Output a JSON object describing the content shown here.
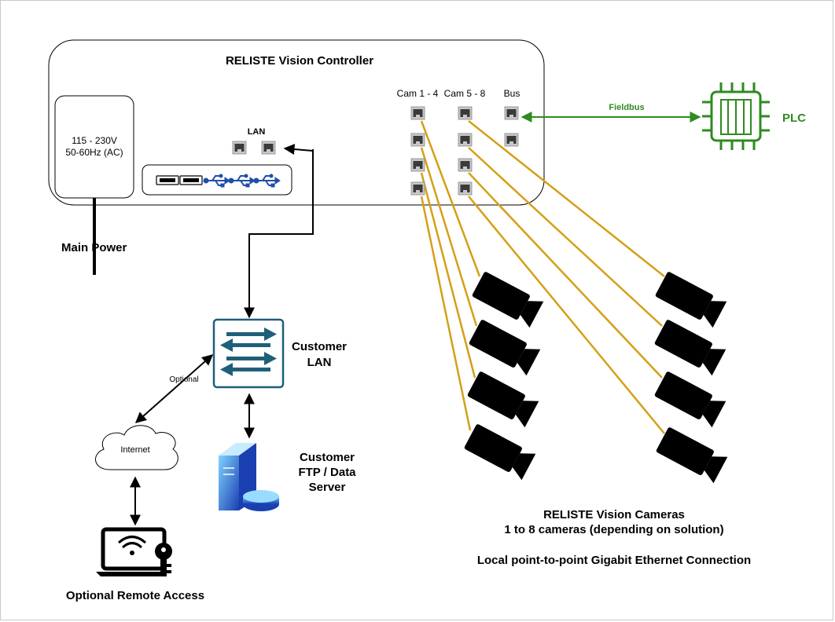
{
  "controller": {
    "title": "RELISTE Vision Controller",
    "power_supply": [
      "115 - 230V",
      "50-60Hz (AC)"
    ],
    "lan_label": "LAN",
    "cam_group_1": "Cam 1 - 4",
    "cam_group_2": "Cam 5 - 8",
    "bus_label": "Bus"
  },
  "fieldbus_label": "Fieldbus",
  "plc_label": "PLC",
  "main_power_label": "Main Power",
  "customer_lan": [
    "Customer",
    "LAN"
  ],
  "optional_label": "Optional",
  "internet_label": "Internet",
  "customer_server": [
    "Customer",
    "FTP / Data",
    "Server"
  ],
  "remote_access_label": "Optional Remote Access",
  "cameras": {
    "title": "RELISTE Vision Cameras",
    "subtitle": "1 to 8 cameras (depending on solution)",
    "connection_note": "Local point-to-point Gigabit Ethernet Connection"
  },
  "colors": {
    "camera_cable": "#d4a017",
    "fieldbus": "#2e8b1f",
    "usb": "#1f4fa8",
    "switch": "#1f5f7a"
  },
  "icons": [
    "plc-chip-icon",
    "network-switch-icon",
    "cloud-icon",
    "server-icon",
    "laptop-key-icon",
    "camera-icon",
    "usb-icon",
    "hdmi-icon",
    "rj45-port-icon"
  ]
}
